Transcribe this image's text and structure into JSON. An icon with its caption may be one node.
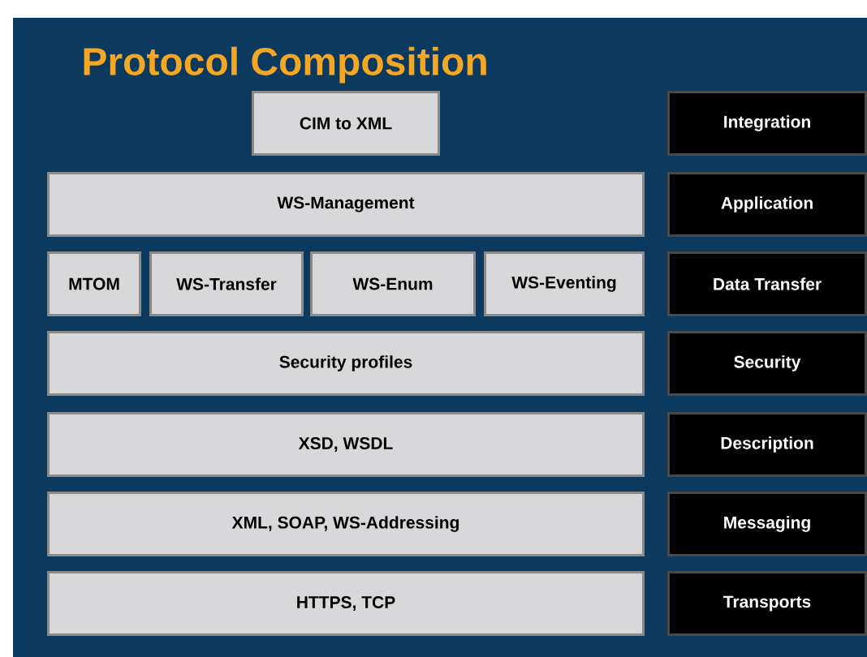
{
  "diagram": {
    "title": "Protocol Composition",
    "nodes": [
      {
        "text": [
          "CIM to XML"
        ]
      },
      {
        "text": [
          "Integration"
        ]
      },
      {
        "text": [
          "WS-Management"
        ]
      },
      {
        "text": [
          "Application"
        ]
      },
      {
        "text": [
          "MTOM"
        ]
      },
      {
        "text": [
          "WS-Transfer"
        ]
      },
      {
        "text": [
          "WS-Enum"
        ]
      },
      {
        "text": [
          "WS-Eventing"
        ]
      },
      {
        "text": [
          "Data Transfer"
        ]
      },
      {
        "text": [
          "Security profiles"
        ]
      },
      {
        "text": [
          "Security"
        ]
      },
      {
        "text": [
          "XSD, WSDL"
        ]
      },
      {
        "text": [
          "Description"
        ]
      },
      {
        "text": [
          "XML, SOAP, WS-Addressing"
        ]
      },
      {
        "text": [
          "Messaging"
        ]
      },
      {
        "text": [
          "HTTPS, TCP"
        ]
      },
      {
        "text": [
          "Transports"
        ]
      }
    ]
  }
}
